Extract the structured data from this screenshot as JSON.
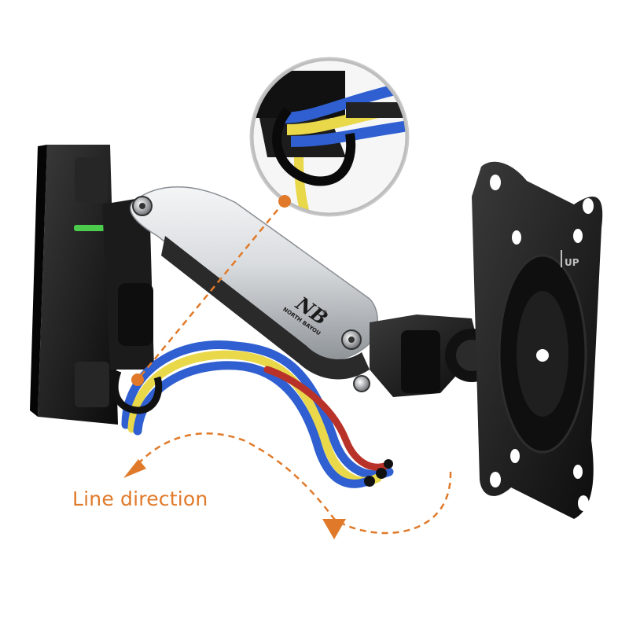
{
  "product": {
    "brand_initials": "NB",
    "brand_name": "NORTH BAYOU",
    "registered_mark": "®",
    "plate_marking": "UP"
  },
  "callout": {
    "text": "Line direction"
  },
  "colors": {
    "accent": "#e07a2a",
    "arm_silver": "#d4d7da",
    "hardware_black": "#141414",
    "cable_blue": "#2f5fd0",
    "cable_yellow": "#e8d84a",
    "cable_red": "#b8322a",
    "level_green": "#4ccb4c"
  }
}
